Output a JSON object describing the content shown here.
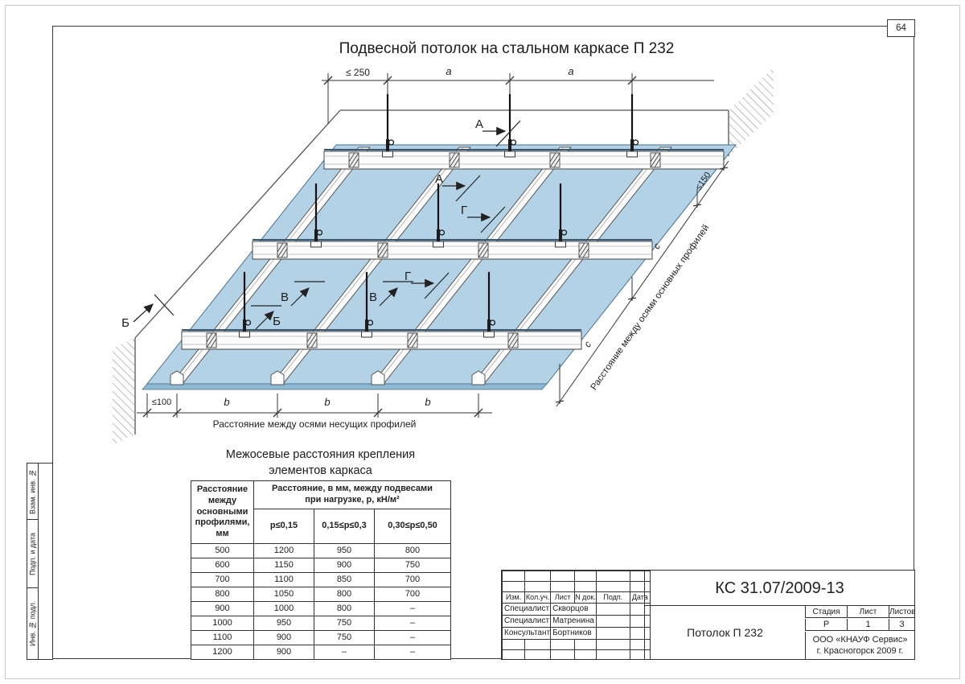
{
  "page": {
    "number": "64"
  },
  "drawing": {
    "title": "Подвесной потолок  на стальном каркасе П 232",
    "section_labels": {
      "a1": "А",
      "a2": "А",
      "b1": "Б",
      "b2": "Б",
      "v1": "В",
      "v2": "В",
      "g1": "Г",
      "g2": "Г"
    },
    "dims": {
      "top": {
        "d250": "≤ 250",
        "a": "a"
      },
      "bottom": {
        "d100": "≤100",
        "b": "b",
        "caption": "Расстояние между осями несущих профилей"
      },
      "right": {
        "d150": "≤150",
        "c": "c",
        "caption": "Расстояние между осями основных профилей"
      }
    },
    "colors": {
      "panel": "#b3d2e6",
      "panel_edge": "#4a708c",
      "line": "#3c3c3c"
    }
  },
  "spacing_table": {
    "title_line1": "Межосевые расстояния крепления",
    "title_line2": "элементов каркаса",
    "col1_header": "Расстояние между основными профилями, мм",
    "group_header_line1": "Расстояние, в мм, между подвесами",
    "group_header_line2": "при нагрузке, р, кН/м²",
    "sub_headers": [
      "р≤0,15",
      "0,15≤р≤0,3",
      "0,30≤р≤0,50"
    ],
    "rows": [
      [
        "500",
        "1200",
        "950",
        "800"
      ],
      [
        "600",
        "1150",
        "900",
        "750"
      ],
      [
        "700",
        "1100",
        "850",
        "700"
      ],
      [
        "800",
        "1050",
        "800",
        "700"
      ],
      [
        "900",
        "1000",
        "800",
        "–"
      ],
      [
        "1000",
        "950",
        "750",
        "–"
      ],
      [
        "1100",
        "900",
        "750",
        "–"
      ],
      [
        "1200",
        "900",
        "–",
        "–"
      ]
    ]
  },
  "title_block": {
    "doc_number": "КС 31.07/2009-13",
    "sheet_name": "Потолок П 232",
    "header_cells": [
      "Изм.",
      "Кол.уч.",
      "Лист",
      "N док.",
      "Подп.",
      "Дата"
    ],
    "signature_rows": [
      {
        "role": "Специалист",
        "name": "Скворцов"
      },
      {
        "role": "Специалист",
        "name": "Матренина"
      },
      {
        "role": "Консультант",
        "name": "Бортников"
      }
    ],
    "stage_label": "Стадия",
    "sheet_label": "Лист",
    "sheets_label": "Листов",
    "stage_value": "Р",
    "sheet_value": "1",
    "sheets_value": "3",
    "company_line1": "ООО «КНАУФ Сервис»",
    "company_line2": "г. Красногорск 2009 г."
  },
  "side_column": {
    "labels": [
      "Взам. инв. №",
      "Подп. и дата",
      "Инв. № подл."
    ]
  }
}
